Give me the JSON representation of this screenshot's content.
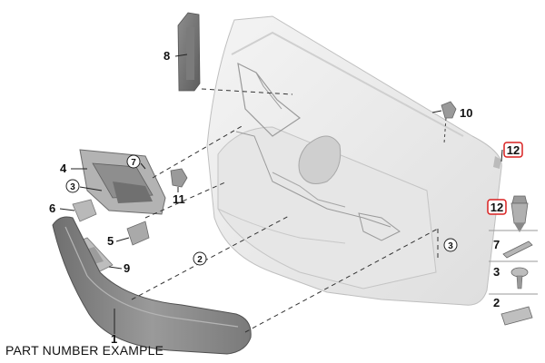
{
  "caption": "PART NUMBER EXAMPLE",
  "callouts": {
    "c1": "1",
    "c2a": "2",
    "c2b": "2",
    "c3a": "3",
    "c3b": "3",
    "c3c": "3",
    "c4": "4",
    "c5": "5",
    "c6": "6",
    "c7a": "7",
    "c7b": "7",
    "c8": "8",
    "c9": "9",
    "c10": "10",
    "c11": "11",
    "c12a": "12",
    "c12b": "12"
  },
  "highlight_color": "#d92020"
}
